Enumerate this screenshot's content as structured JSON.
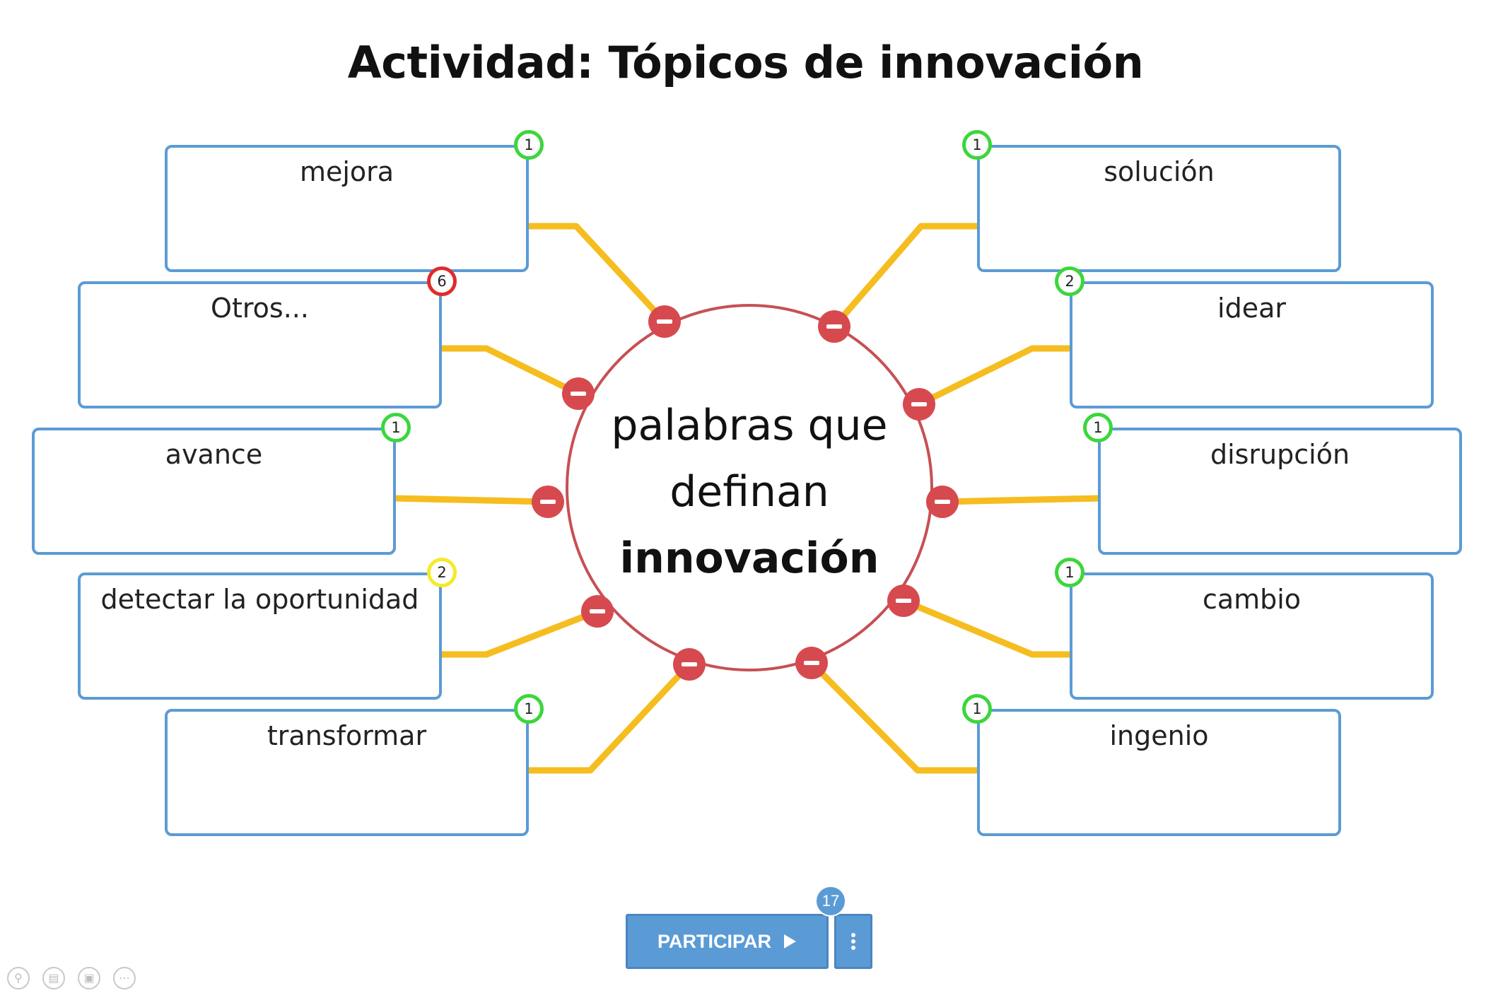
{
  "title": "Actividad: Tópicos de innovación",
  "center": {
    "line1": "palabras que",
    "line2": "definan",
    "line3": "innovación"
  },
  "topics": [
    {
      "label": "mejora",
      "count": "1",
      "status": "green"
    },
    {
      "label": "Otros...",
      "count": "6",
      "status": "red"
    },
    {
      "label": "avance",
      "count": "1",
      "status": "green"
    },
    {
      "label": "detectar la oportunidad",
      "count": "2",
      "status": "yellow"
    },
    {
      "label": "transformar",
      "count": "1",
      "status": "green"
    },
    {
      "label": "solución",
      "count": "1",
      "status": "green"
    },
    {
      "label": "idear",
      "count": "2",
      "status": "green"
    },
    {
      "label": "disrupción",
      "count": "1",
      "status": "green"
    },
    {
      "label": "cambio",
      "count": "1",
      "status": "green"
    },
    {
      "label": "ingenio",
      "count": "1",
      "status": "green"
    }
  ],
  "participate": {
    "label": "PARTICIPAR",
    "count": "17"
  },
  "icons": {
    "play": "play-icon",
    "more": "kebab-menu-icon",
    "remove": "minus-circle-icon",
    "toolbar": [
      "zoom-icon",
      "captions-icon",
      "camera-off-icon",
      "more-options-icon"
    ]
  },
  "colors": {
    "box_border": "#5b9bd5",
    "connector": "#f5bd1f",
    "circle_border": "#c65055",
    "remove_button": "#d64a4f",
    "badge_green": "#3cd63c",
    "badge_red": "#e02b2b",
    "badge_yellow": "#f5ea2a",
    "button": "#5b9bd5"
  }
}
